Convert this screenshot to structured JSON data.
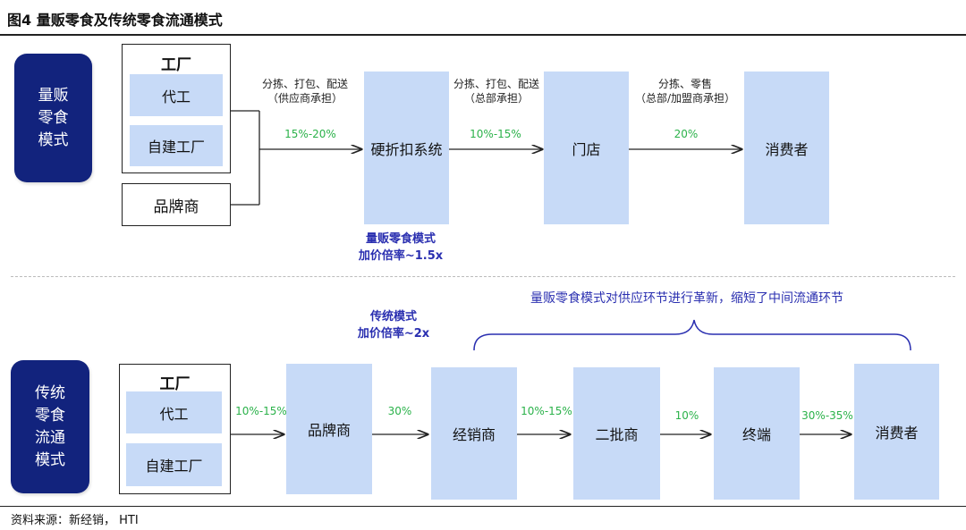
{
  "title": "图4  量贩零食及传统零食流通模式",
  "source": "资料来源：新经销，  HTI",
  "colors": {
    "side_label_bg": "#12237d",
    "box_fill": "#c7daf7",
    "percent_text": "#2bb24a",
    "accent_text": "#2a2fb0"
  },
  "top": {
    "side_label": "量贩零食模式",
    "factory_group": {
      "header": "工厂",
      "items": [
        "代工",
        "自建工厂"
      ]
    },
    "brand_box": "品牌商",
    "nodes": [
      "硬折扣系统",
      "门店",
      "消费者"
    ],
    "notes": [
      "分拣、打包、配送\n（供应商承担）",
      "分拣、打包、配送\n（总部承担）",
      "分拣、零售\n（总部/加盟商承担）"
    ],
    "percents": [
      "15%-20%",
      "10%-15%",
      "20%"
    ],
    "markup_label": "量贩零食模式\n加价倍率~1.5x"
  },
  "bottom": {
    "side_label": "传统零食流通模式",
    "factory_group": {
      "header": "工厂",
      "items": [
        "代工",
        "自建工厂"
      ]
    },
    "nodes": [
      "品牌商",
      "经销商",
      "二批商",
      "终端",
      "消费者"
    ],
    "percents": [
      "10%-15%",
      "30%",
      "10%-15%",
      "10%",
      "30%-35%"
    ],
    "markup_label": "传统模式\n加价倍率~2x",
    "brace_text": "量贩零食模式对供应环节进行革新，缩短了中间流通环节"
  }
}
